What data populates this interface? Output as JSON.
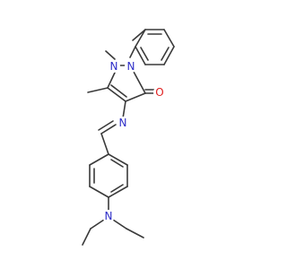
{
  "molecule": {
    "atoms": {
      "n1": {
        "label": "N",
        "color": "#2e2ec8"
      },
      "n2": {
        "label": "N",
        "color": "#2e2ec8"
      },
      "o": {
        "label": "O",
        "color": "#e02020"
      },
      "n_imine": {
        "label": "N",
        "color": "#2e2ec8"
      },
      "n_amine": {
        "label": "N",
        "color": "#2e2ec8"
      }
    },
    "bond_color": "#3a3a3a"
  }
}
